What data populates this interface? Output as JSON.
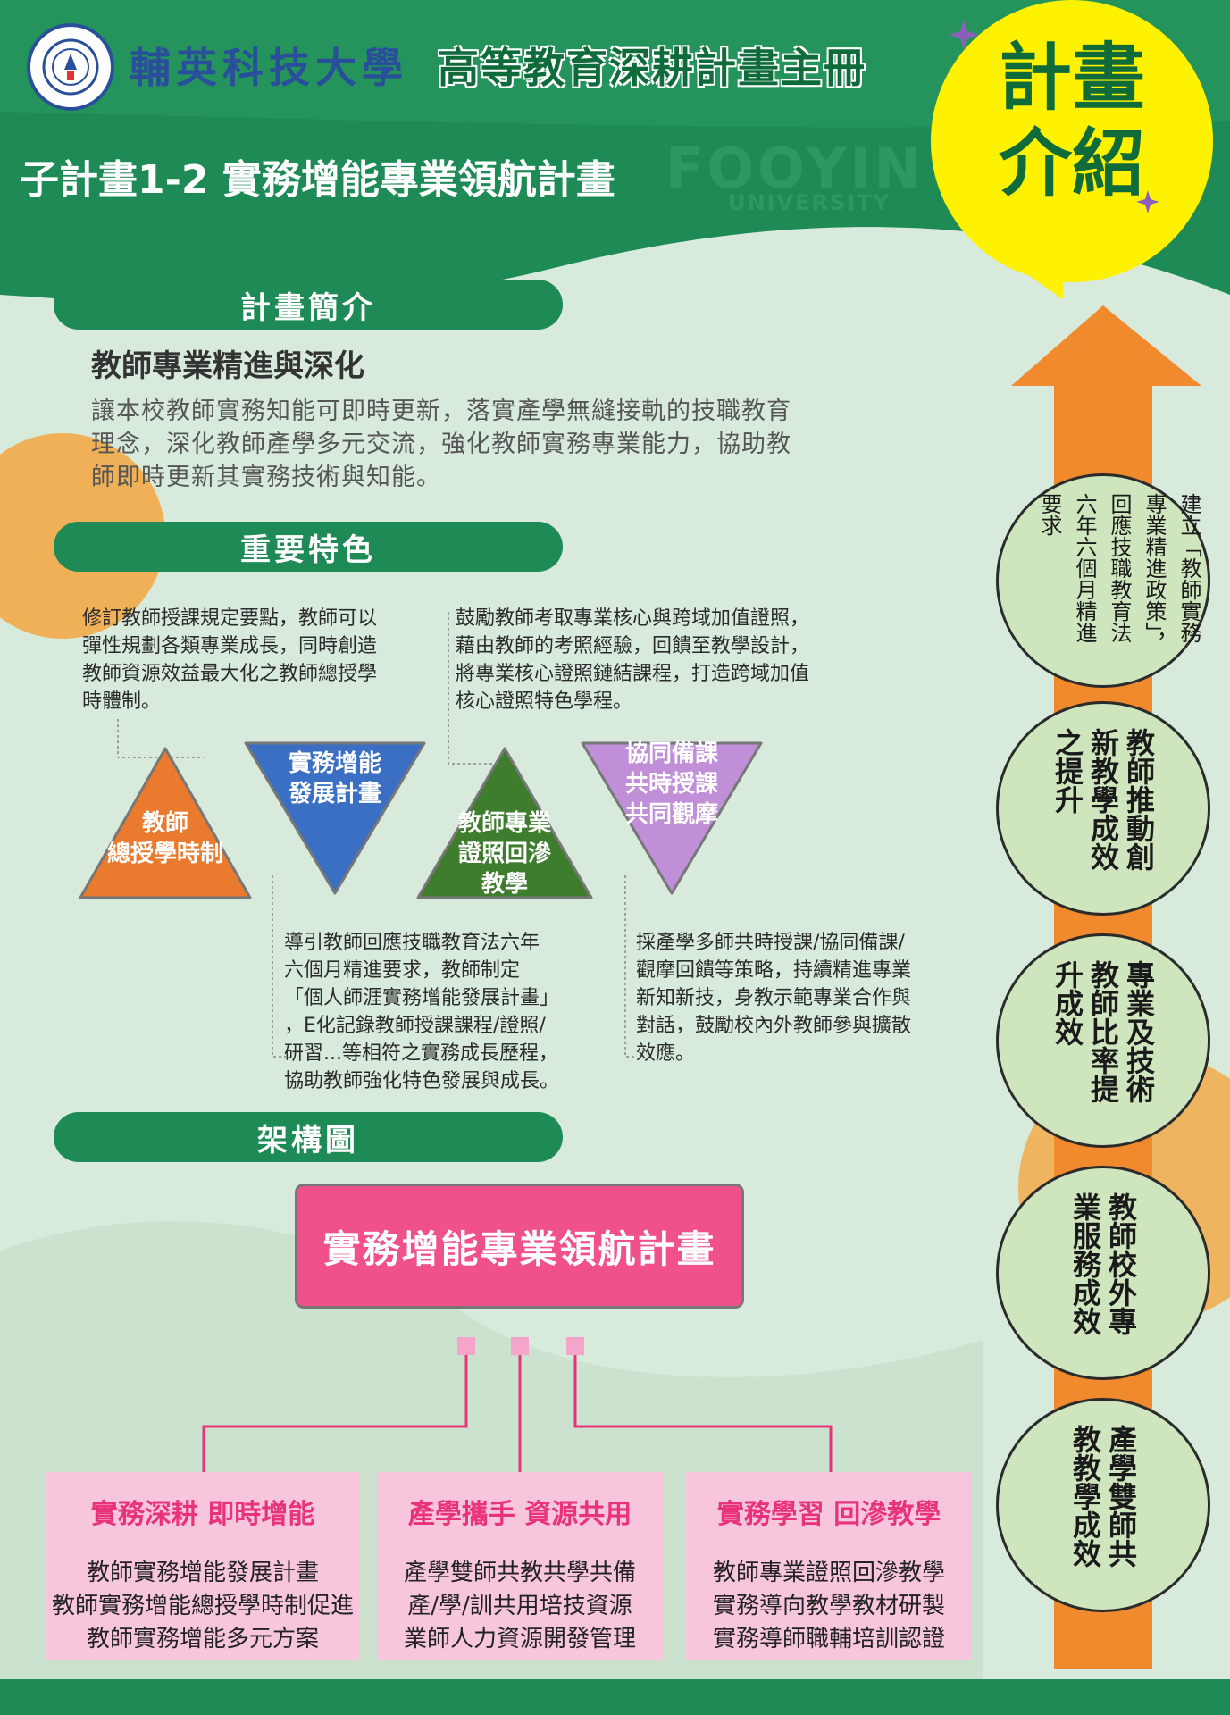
{
  "header": {
    "university": "輔英科技大學",
    "book_title": "高等教育深耕計畫主冊",
    "subplan_title": "子計畫1-2 實務增能專業領航計畫",
    "watermark_main": "FOOYIN",
    "watermark_sub": "UNIVERSITY",
    "badge": "計畫\n介紹"
  },
  "sections": {
    "intro": {
      "heading": "計畫簡介",
      "subtitle": "教師專業精進與深化",
      "text": "讓本校教師實務知能可即時更新，落實產學無縫接軌的技職教育\n理念，深化教師產學多元交流，強化教師實務專業能力，協助教\n師即時更新其實務技術與知能。"
    },
    "features": {
      "heading": "重要特色",
      "desc_1": "修訂教師授課規定要點，教師可以\n彈性規劃各類專業成長，同時創造\n教師資源效益最大化之教師總授學\n時體制。",
      "desc_2": "鼓勵教師考取專業核心與跨域加值證照，\n藉由教師的考照經驗，回饋至教學設計，\n將專業核心證照鏈結課程，打造跨域加值\n核心證照特色學程。",
      "desc_3": "導引教師回應技職教育法六年\n六個月精進要求，教師制定\n「個人師涯實務增能發展計畫」\n，E化記錄教師授課課程/證照/\n研習...等相符之實務成長歷程，\n協助教師強化特色發展與成長。",
      "desc_4": "採產學多師共時授課/協同備課/\n觀摩回饋等策略，持續精進專業\n新知新技，身教示範專業合作與\n對話，鼓勵校內外教師參與擴散\n效應。",
      "triangles": [
        {
          "label": "教師\n總授學時制",
          "color": "#ea7a2e"
        },
        {
          "label": "實務增能\n發展計畫",
          "color": "#3a6fc4"
        },
        {
          "label": "教師專業\n證照回滲\n教學",
          "color": "#3f7d2e"
        },
        {
          "label": "協同備課\n共時授課\n共同觀摩",
          "color": "#c18fd8"
        }
      ]
    },
    "structure": {
      "heading": "架構圖",
      "root": "實務增能專業領航計畫",
      "boxes": [
        {
          "title": "實務深耕 即時增能",
          "lines": "教師實務增能發展計畫\n教師實務增能總授學時制促進\n教師實務增能多元方案"
        },
        {
          "title": "產學攜手 資源共用",
          "lines": "產學雙師共教共學共備\n產/學/訓共用培技資源\n業師人力資源開發管理"
        },
        {
          "title": "實務學習 回滲教學",
          "lines": "教師專業證照回滲教學\n實務導向教學教材研製\n實務導師職輔培訓認證"
        }
      ]
    }
  },
  "arrow": {
    "top_text": "建立「教師實務專業精進政策」，回應技職教育法六年六個月精進要求",
    "circles": [
      "教師推動創新教學成效之提升",
      "專業及技術教師比率提升成效",
      "教師校外專業服務成效",
      "產學雙師共教教學成效"
    ]
  },
  "colors": {
    "primary_green": "#1e8a55",
    "title_green": "#0f6b3a",
    "badge_yellow": "#fff200",
    "arrow_orange": "#f08a2c",
    "root_pink": "#f0508c",
    "box_pink": "#f7c6dd",
    "box_title": "#e8337a"
  }
}
